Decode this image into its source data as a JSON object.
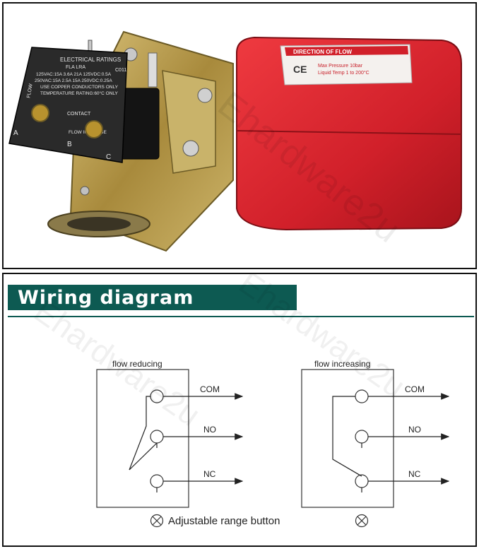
{
  "colors": {
    "banner": "#0d5a52",
    "device_housing": "#d1202a",
    "bracket": "#b89a4a",
    "terminal_plate": "#2a2a2a"
  },
  "photo": {
    "housing_label_line1": "DIRECTION OF FLOW",
    "housing_label_line2": "Max Pressure 10bar",
    "housing_label_line3": "Liquid Temp 1 to 200°C",
    "ce_mark": "CE",
    "plate": {
      "title": "ELECTRICAL RATINGS",
      "model": "C011",
      "header": "FLA    LRA",
      "line1": "125VAC:15A  3.6A    21A  125VDC:0.5A",
      "line2": "250VAC:15A  2.5A    15A  250VDC:0.25A",
      "line3": "USE COPPER CONDUCTORS ONLY",
      "line4": "TEMPERATURE RATING:60°C ONLY",
      "flow": "FLOW",
      "contact": "CONTACT",
      "flow_increase": "FLOW INCREASE",
      "terminal_a": "A",
      "terminal_b": "B",
      "terminal_c": "C"
    }
  },
  "diagram": {
    "title": "Wiring diagram",
    "left": {
      "title": "flow reducing",
      "com": "COM",
      "no": "NO",
      "nc": "NC"
    },
    "right": {
      "title": "flow increasing",
      "com": "COM",
      "no": "NO",
      "nc": "NC"
    },
    "legend": "Adjustable range button"
  },
  "watermark": "Ehardware2u"
}
